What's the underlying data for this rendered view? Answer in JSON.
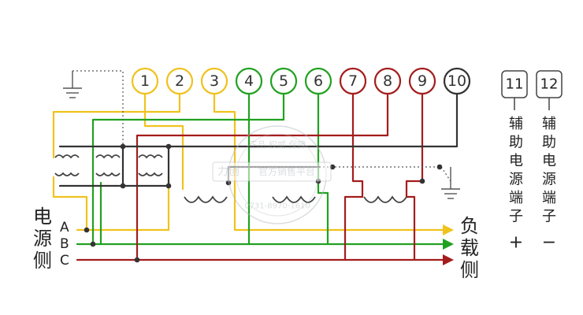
{
  "colors": {
    "yellow": "#f0c21e",
    "green": "#21a121",
    "red": "#a41c1c",
    "dark": "#333333",
    "gray": "#666666"
  },
  "terminals": [
    {
      "label": "1",
      "color": "#f0c21e"
    },
    {
      "label": "2",
      "color": "#f0c21e"
    },
    {
      "label": "3",
      "color": "#f0c21e"
    },
    {
      "label": "4",
      "color": "#21a121"
    },
    {
      "label": "5",
      "color": "#21a121"
    },
    {
      "label": "6",
      "color": "#21a121"
    },
    {
      "label": "7",
      "color": "#a41c1c"
    },
    {
      "label": "8",
      "color": "#a41c1c"
    },
    {
      "label": "9",
      "color": "#a41c1c"
    },
    {
      "label": "10",
      "color": "#333333"
    }
  ],
  "aux_terminals": [
    {
      "number": "11",
      "label": "辅助电源端子",
      "sign": "+"
    },
    {
      "number": "12",
      "label": "辅助电源端子",
      "sign": "−"
    }
  ],
  "source_side": {
    "label": "电源侧",
    "phases": [
      "A",
      "B",
      "C"
    ]
  },
  "load_side": {
    "label": "负载侧"
  },
  "watermark": {
    "brand": "官方销售平台",
    "logo": "力创",
    "ring_text": "正品 权威 保障",
    "phone": "0731-8970-1610"
  }
}
